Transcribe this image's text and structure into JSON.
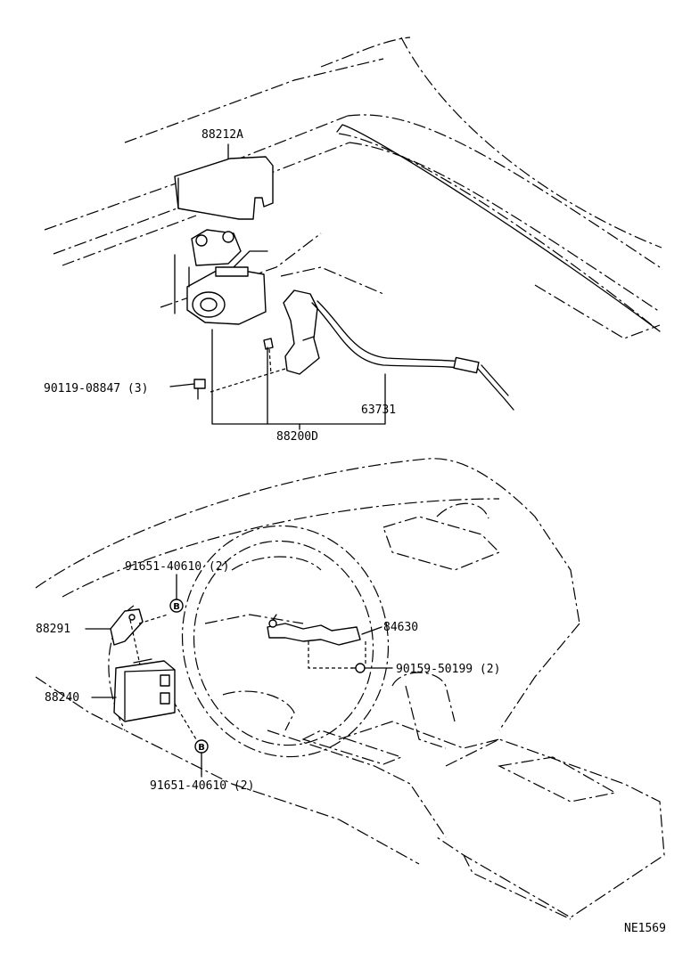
{
  "callouts": {
    "cover": "88212A",
    "bolt_top": "90119-08847 (3)",
    "cable": "63731",
    "actuator_assy": "88200D",
    "screw_upper": "91651-40610 (2)",
    "bracket": "88291",
    "switch": "84630",
    "screw_switch": "90159-50199 (2)",
    "ecu": "88240",
    "screw_lower": "91651-40610 (2)",
    "common_mark": "B"
  },
  "figure_code": "NE1569"
}
